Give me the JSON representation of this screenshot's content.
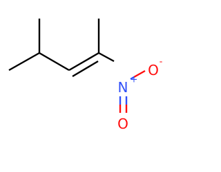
{
  "molecule": {
    "atoms": {
      "nitrogen": {
        "symbol": "N",
        "charge": "+"
      },
      "oxygen_single": {
        "symbol": "O",
        "charge": "-"
      },
      "oxygen_double": {
        "symbol": "O"
      }
    },
    "colors": {
      "bond": "#000000",
      "nitrogen": "#3050f8",
      "oxygen": "#ff0d0d",
      "background": "#ffffff"
    }
  }
}
